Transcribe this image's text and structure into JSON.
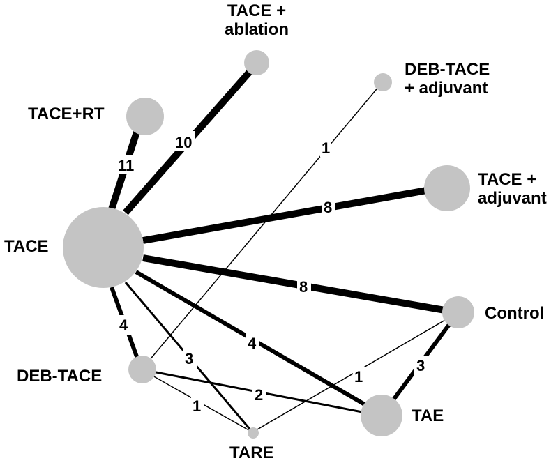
{
  "network": {
    "colors": {
      "node_fill": "#c4c4c4",
      "edge_stroke": "#000000",
      "background": "#ffffff"
    },
    "nodes": {
      "tace": {
        "line1": "TACE"
      },
      "tace_rt": {
        "line1": "TACE+RT"
      },
      "tace_abl": {
        "line1": "TACE +",
        "line2": "ablation"
      },
      "deb_adj": {
        "line1": "DEB-TACE",
        "line2": "+ adjuvant"
      },
      "tace_adj": {
        "line1": "TACE +",
        "line2": "adjuvant"
      },
      "control": {
        "line1": "Control"
      },
      "deb_tace": {
        "line1": "DEB-TACE"
      },
      "tare": {
        "line1": "TARE"
      },
      "tae": {
        "line1": "TAE"
      }
    },
    "edges": {
      "tace_tace_rt": {
        "label": "11"
      },
      "tace_tace_abl": {
        "label": "10"
      },
      "tace_tace_adj": {
        "label": "8"
      },
      "tace_control": {
        "label": "8"
      },
      "tace_tae": {
        "label": "4"
      },
      "tace_deb_tace": {
        "label": "4"
      },
      "tace_tare": {
        "label": "3"
      },
      "deb_tace_deb_adj": {
        "label": "1"
      },
      "deb_tace_tae": {
        "label": "2"
      },
      "deb_tace_tare": {
        "label": "1"
      },
      "tare_control": {
        "label": "1"
      },
      "control_tae": {
        "label": "3"
      }
    }
  }
}
